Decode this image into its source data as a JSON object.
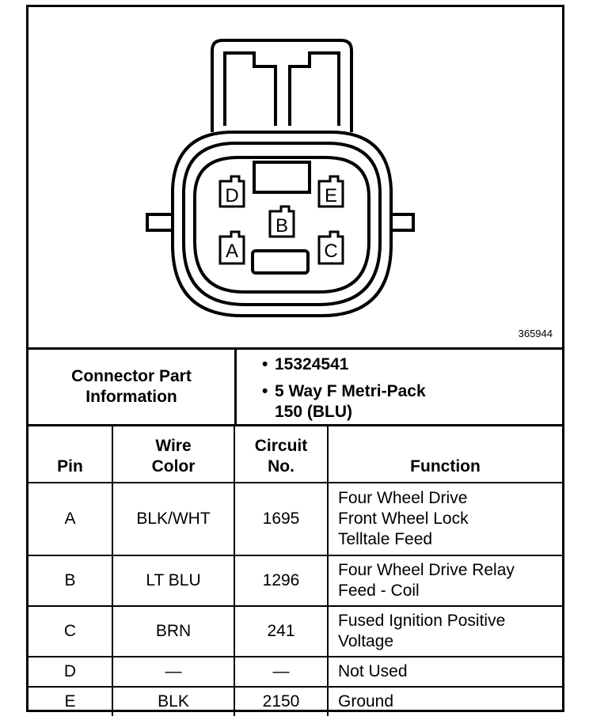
{
  "diagram": {
    "figure_id": "365944",
    "pins": [
      "D",
      "E",
      "B",
      "A",
      "C"
    ]
  },
  "connector_info": {
    "label_line1": "Connector Part",
    "label_line2": "Information",
    "bullet_symbol": "•",
    "items": [
      {
        "line1": "15324541",
        "line2": ""
      },
      {
        "line1": "5 Way F Metri-Pack",
        "line2": "150 (BLU)"
      }
    ]
  },
  "table": {
    "headers": {
      "pin": "Pin",
      "wire_color_1": "Wire",
      "wire_color_2": "Color",
      "circuit_1": "Circuit",
      "circuit_2": "No.",
      "function": "Function"
    },
    "rows": [
      {
        "pin": "A",
        "wire": "BLK/WHT",
        "circuit": "1695",
        "function": [
          "Four Wheel Drive",
          "Front Wheel Lock",
          "Telltale Feed"
        ]
      },
      {
        "pin": "B",
        "wire": "LT BLU",
        "circuit": "1296",
        "function": [
          "Four Wheel Drive Relay",
          "Feed - Coil"
        ]
      },
      {
        "pin": "C",
        "wire": "BRN",
        "circuit": "241",
        "function": [
          "Fused Ignition Positive",
          "Voltage"
        ]
      },
      {
        "pin": "D",
        "wire": "—",
        "circuit": "—",
        "function": [
          "Not Used"
        ]
      },
      {
        "pin": "E",
        "wire": "BLK",
        "circuit": "2150",
        "function": [
          "Ground"
        ]
      }
    ]
  }
}
